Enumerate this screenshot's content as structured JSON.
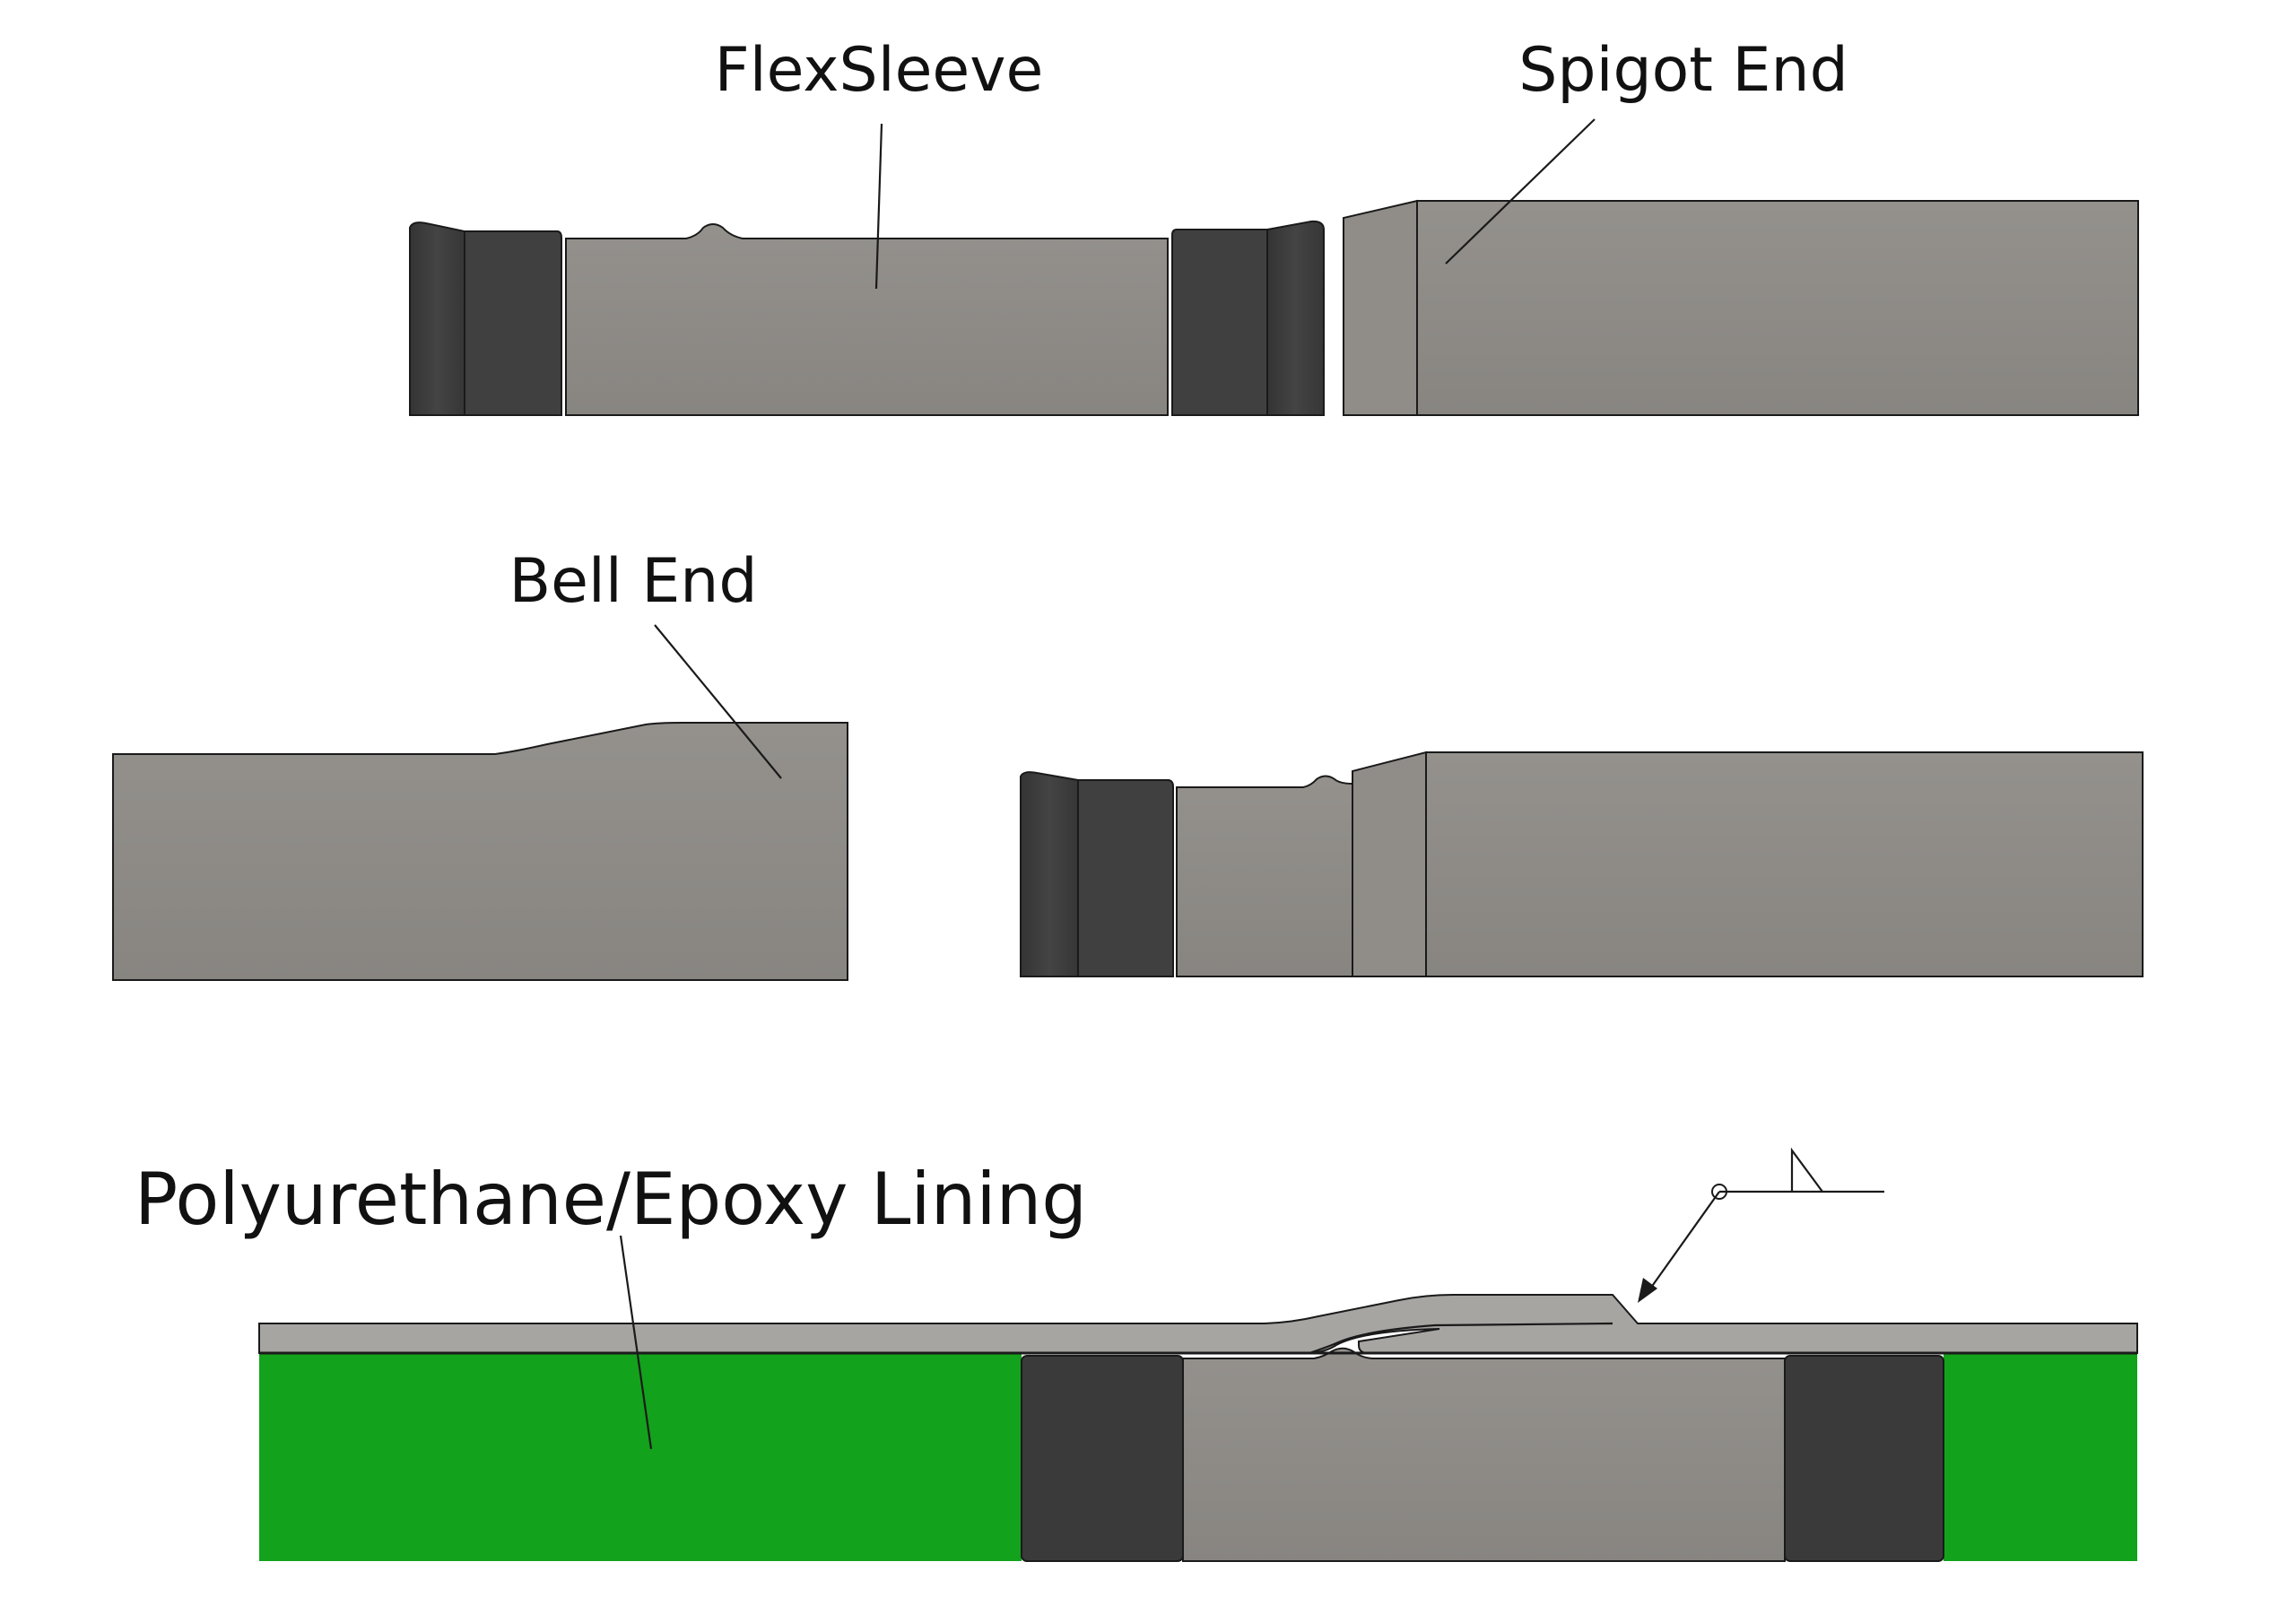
{
  "labels": {
    "flexsleeve": "FlexSleeve",
    "spigot_end": "Spigot End",
    "bell_end": "Bell End",
    "lining": "Polyurethane/Epoxy Lining"
  },
  "colors": {
    "pipe_gray": "#8e8b87",
    "pipe_gray_light": "#9a9793",
    "wall_gray": "#a7a5a2",
    "gasket_dark": "#3c3c3c",
    "gasket_edge": "#2e2e2e",
    "lining_green": "#13a21b",
    "line": "#1a1a1a"
  }
}
